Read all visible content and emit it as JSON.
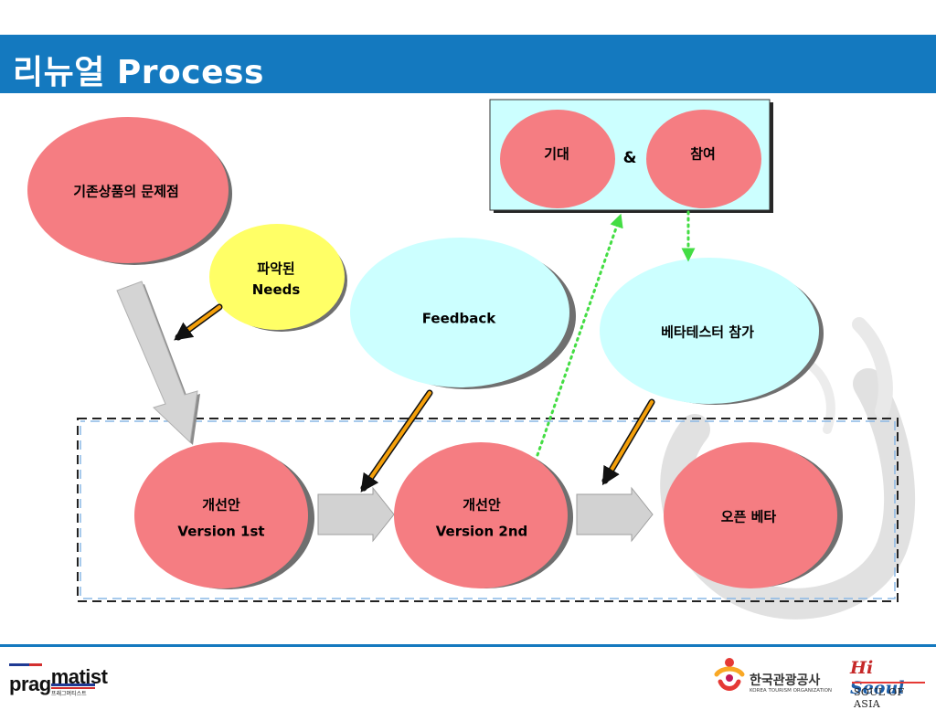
{
  "title": "리뉴얼 Process",
  "nodes": {
    "existing_problems": "기존상품의 문제점",
    "identified_needs": [
      "파악된",
      "Needs"
    ],
    "feedback": "Feedback",
    "expectation": "기대",
    "ampersand": "&",
    "participation": "참여",
    "beta_tester": "베타테스터 참가",
    "version1": [
      "개선안",
      "Version 1st"
    ],
    "version2": [
      "개선안",
      "Version 2nd"
    ],
    "open_beta": "오픈 베타"
  },
  "footer": {
    "pragmatist_logo": {
      "prefix": "prag",
      "suffix": "matist",
      "sub": "프래그머티스트"
    },
    "kto_logo": {
      "name": "한국관광공사",
      "sub": "KOREA TOURISM ORGANIZATION"
    },
    "hiseoul_logo": {
      "hi": "Hi",
      "seoul": "Seoul",
      "tagline": "SOUL OF ASIA"
    }
  },
  "colors": {
    "title_bar": "#1479bf",
    "red_node": "#f57d82",
    "yellow_node": "#ffff66",
    "cyan_node": "#ccffff",
    "orange_arrow": "#f5a00a",
    "green_dotted": "#66ee55",
    "gray_arrow": "#c6c6c6"
  }
}
